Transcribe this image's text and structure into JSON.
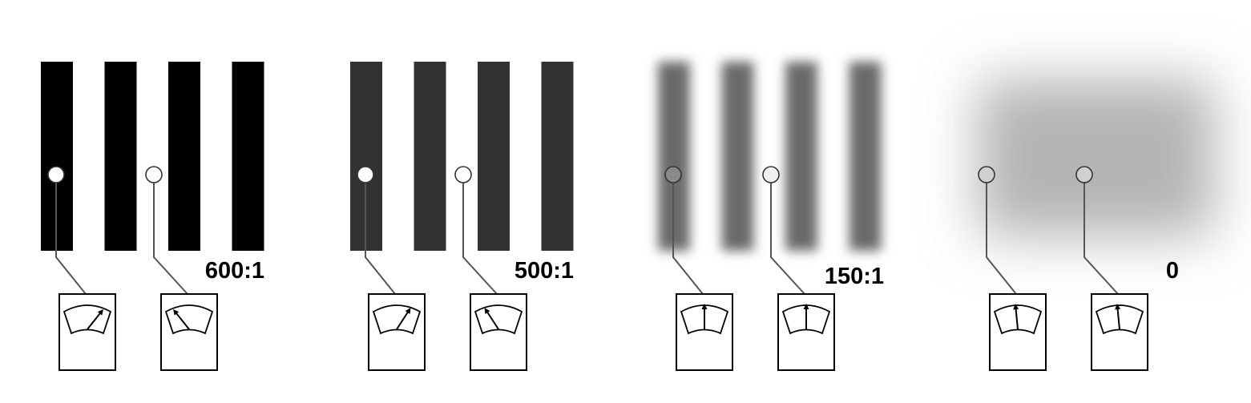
{
  "panels": [
    {
      "contrast_label": "600:1",
      "bar_color": "#000000",
      "blur": "none",
      "probe_left_fill": "#ffffff",
      "probe_right_fill": "#ffffff",
      "meter_left_level": 0.85,
      "meter_right_level": 0.15
    },
    {
      "contrast_label": "500:1",
      "bar_color": "#323232",
      "blur": "none",
      "probe_left_fill": "#ffffff",
      "probe_right_fill": "#ffffff",
      "meter_left_level": 0.8,
      "meter_right_level": 0.2
    },
    {
      "contrast_label": "150:1",
      "bar_color": "#6a6a6a",
      "blur": "medium",
      "probe_left_fill": "#8a8a8a",
      "probe_right_fill": "#f0f0f0",
      "meter_left_level": 0.5,
      "meter_right_level": 0.5
    },
    {
      "contrast_label": "0",
      "bar_color": "#b4b4b4",
      "blur": "heavy",
      "probe_left_fill": "#d0d0d0",
      "probe_right_fill": "#d0d0d0",
      "meter_left_level": 0.45,
      "meter_right_level": 0.45
    }
  ],
  "colors": {
    "outline": "#000000",
    "probe_line": "#555555",
    "probe_stroke": "#333333",
    "background": "#ffffff"
  }
}
